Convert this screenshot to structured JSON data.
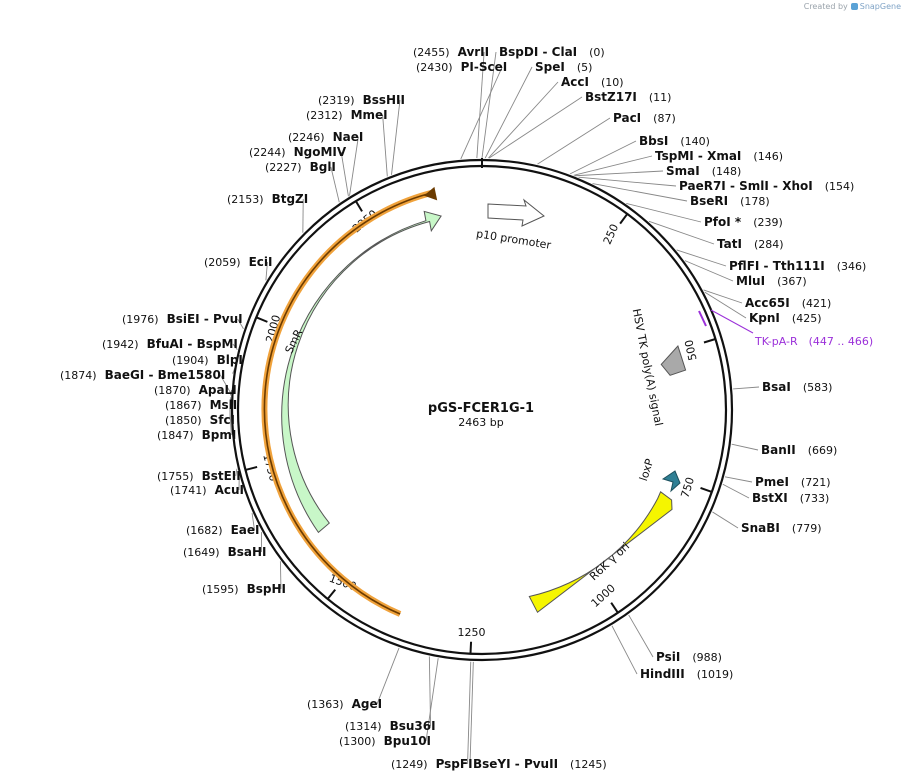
{
  "credit": {
    "prefix": "Created by",
    "brand": "SnapGene"
  },
  "plasmid": {
    "name": "pGS-FCER1G-1",
    "length_label": "2463 bp"
  },
  "colors": {
    "backbone": "#111111",
    "smr_fill": "#c8f7c8",
    "orange_arc": "#f0a23b",
    "r6k_fill": "#f5f500",
    "loxp_fill": "#2f7f94",
    "polya_fill": "#a9a9a9",
    "primer": "#9b30d9",
    "leader": "#888888"
  },
  "ticks": [
    {
      "label": "250"
    },
    {
      "label": "500"
    },
    {
      "label": "750"
    },
    {
      "label": "1000"
    },
    {
      "label": "1250"
    },
    {
      "label": "1500"
    },
    {
      "label": "1750"
    },
    {
      "label": "2000"
    },
    {
      "label": "2250"
    }
  ],
  "features": {
    "p10": "p10 promoter",
    "polya": "HSV TK poly(A) signal",
    "loxp": "loxP",
    "r6k": "R6K γ ori",
    "smr": "SmR"
  },
  "primer": {
    "name": "TK-pA-R",
    "range": "(447 .. 466)"
  },
  "enzymes": [
    {
      "pos": "(2455)",
      "names": [
        "AvrII"
      ]
    },
    {
      "pos": "(2430)",
      "names": [
        "PI-SceI"
      ]
    },
    {
      "pos": "(0)",
      "names": [
        "BspDI",
        "ClaI"
      ]
    },
    {
      "pos": "(5)",
      "names": [
        "SpeI"
      ]
    },
    {
      "pos": "(10)",
      "names": [
        "AccI"
      ]
    },
    {
      "pos": "(11)",
      "names": [
        "BstZ17I"
      ]
    },
    {
      "pos": "(87)",
      "names": [
        "PacI"
      ]
    },
    {
      "pos": "(140)",
      "names": [
        "BbsI"
      ]
    },
    {
      "pos": "(146)",
      "names": [
        "TspMI",
        "XmaI"
      ]
    },
    {
      "pos": "(148)",
      "names": [
        "SmaI"
      ]
    },
    {
      "pos": "(154)",
      "names": [
        "PaeR7I",
        "SmlI",
        "XhoI"
      ]
    },
    {
      "pos": "(178)",
      "names": [
        "BseRI"
      ]
    },
    {
      "pos": "(239)",
      "names": [
        "PfoI *"
      ]
    },
    {
      "pos": "(284)",
      "names": [
        "TatI"
      ]
    },
    {
      "pos": "(346)",
      "names": [
        "PflFI",
        "Tth111I"
      ]
    },
    {
      "pos": "(367)",
      "names": [
        "MluI"
      ]
    },
    {
      "pos": "(421)",
      "names": [
        "Acc65I"
      ]
    },
    {
      "pos": "(425)",
      "names": [
        "KpnI"
      ]
    },
    {
      "pos": "(583)",
      "names": [
        "BsaI"
      ]
    },
    {
      "pos": "(669)",
      "names": [
        "BanII"
      ]
    },
    {
      "pos": "(721)",
      "names": [
        "PmeI"
      ]
    },
    {
      "pos": "(733)",
      "names": [
        "BstXI"
      ]
    },
    {
      "pos": "(779)",
      "names": [
        "SnaBI"
      ]
    },
    {
      "pos": "(988)",
      "names": [
        "PsiI"
      ]
    },
    {
      "pos": "(1019)",
      "names": [
        "HindIII"
      ]
    },
    {
      "pos": "(1245)",
      "names": [
        "BseYI",
        "PvuII"
      ]
    },
    {
      "pos": "(1249)",
      "names": [
        "PspFI"
      ]
    },
    {
      "pos": "(1300)",
      "names": [
        "Bpu10I"
      ]
    },
    {
      "pos": "(1314)",
      "names": [
        "Bsu36I"
      ]
    },
    {
      "pos": "(1363)",
      "names": [
        "AgeI"
      ]
    },
    {
      "pos": "(1595)",
      "names": [
        "BspHI"
      ]
    },
    {
      "pos": "(1649)",
      "names": [
        "BsaHI"
      ]
    },
    {
      "pos": "(1682)",
      "names": [
        "EaeI"
      ]
    },
    {
      "pos": "(1741)",
      "names": [
        "AcuI"
      ]
    },
    {
      "pos": "(1755)",
      "names": [
        "BstEII"
      ]
    },
    {
      "pos": "(1847)",
      "names": [
        "BpmI"
      ]
    },
    {
      "pos": "(1850)",
      "names": [
        "SfcI"
      ]
    },
    {
      "pos": "(1867)",
      "names": [
        "MslI"
      ]
    },
    {
      "pos": "(1870)",
      "names": [
        "ApaLI"
      ]
    },
    {
      "pos": "(1874)",
      "names": [
        "BaeGI",
        "Bme1580I"
      ]
    },
    {
      "pos": "(1904)",
      "names": [
        "BlpI"
      ]
    },
    {
      "pos": "(1942)",
      "names": [
        "BfuAI",
        "BspMI"
      ]
    },
    {
      "pos": "(1976)",
      "names": [
        "BsiEI",
        "PvuI"
      ]
    },
    {
      "pos": "(2059)",
      "names": [
        "EciI"
      ]
    },
    {
      "pos": "(2153)",
      "names": [
        "BtgZI"
      ]
    },
    {
      "pos": "(2227)",
      "names": [
        "BglI"
      ]
    },
    {
      "pos": "(2244)",
      "names": [
        "NgoMIV"
      ]
    },
    {
      "pos": "(2246)",
      "names": [
        "NaeI"
      ]
    },
    {
      "pos": "(2312)",
      "names": [
        "MmeI"
      ]
    },
    {
      "pos": "(2319)",
      "names": [
        "BssHII"
      ]
    }
  ]
}
